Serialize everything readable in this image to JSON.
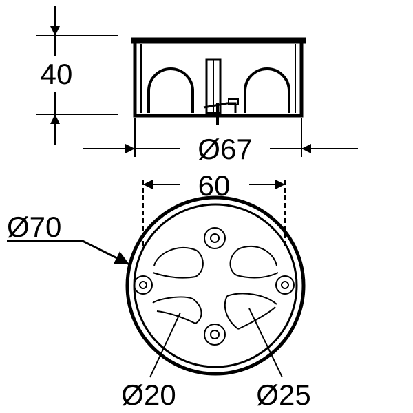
{
  "dimensions": {
    "height": "40",
    "outer_diameter_top": "Ø67",
    "hole_spacing": "60",
    "flange_diameter": "Ø70",
    "knockout_small": "Ø20",
    "knockout_large": "Ø25"
  },
  "colors": {
    "line": "#000000",
    "background": "#ffffff"
  }
}
